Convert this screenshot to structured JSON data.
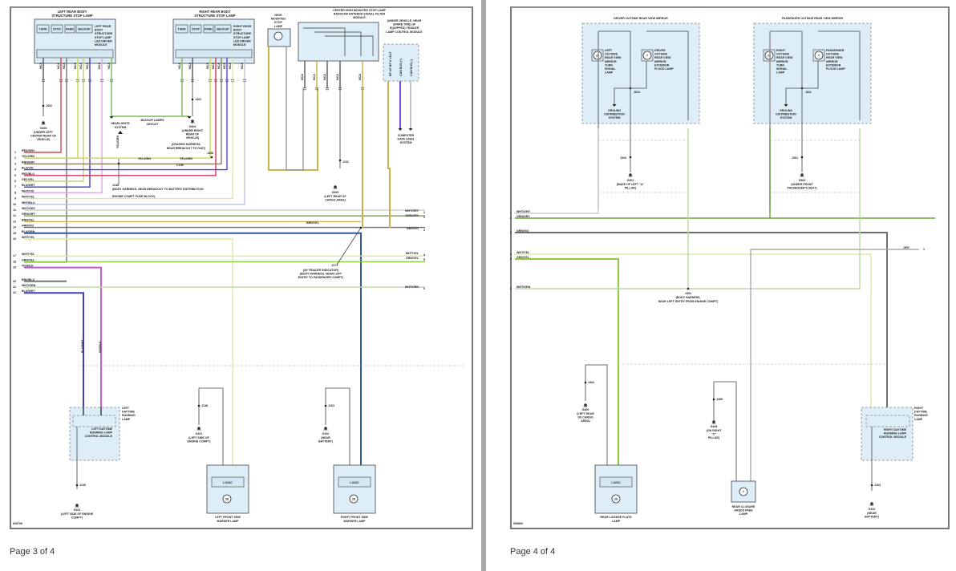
{
  "viewer": {
    "pages": [
      {
        "label": "Page 3 of 4",
        "code": "609799"
      },
      {
        "label": "Page 4 of 4",
        "code": "509800"
      }
    ]
  },
  "colors": {
    "RED/GRY": "#d9454b",
    "YEL/GRN": "#c8d94a",
    "BRN/GRY": "#8a7a5a",
    "BLU/VIO": "#5a3fd6",
    "RED/BLU": "#d6335a",
    "GRY/YEL": "#c9cf7a",
    "BLU/WHT": "#3d3fb8",
    "WHT/VIO": "#d7a9d8",
    "WHT/YEL": "#e2e6a8",
    "WHT/BLU": "#b9c2d9",
    "WHT/GRY": "#cfcfcf",
    "GRN/GRY": "#6fa33a",
    "BRN/YEL": "#c9b24a",
    "GRN/VIO": "#6e6e6e",
    "BLU/GRN": "#33559e",
    "GRN/YEL": "#8ccc3a",
    "VIO/BLK": "#c55ad1",
    "BRN/BLU": "#777777",
    "WHT/GRN": "#bcd9a3",
    "BLK": "#555555",
    "GRY": "#aaaaaa",
    "GRN/WHT": "#7cb85a",
    "BLU/RED": "#7a45d6",
    "VIO": "#7a45d6"
  },
  "page3": {
    "left_rear_lamp": {
      "title": "LEFT REAR BODY STRUCTURE STOP LAMP",
      "module": "LEFT REAR BODY STRUCTURE STOP LAMP LED DRIVER MODULE",
      "cells": [
        "TURN",
        "STOP",
        "PARK",
        "BACKUP"
      ],
      "ground": {
        "id": "G405",
        "desc": "(UNDER LEFT CENTER REAR OF VEHICLE)",
        "splice": "J402"
      }
    },
    "right_rear_lamp": {
      "title": "RIGHT REAR BODY STRUCTURE STOP LAMP",
      "module": "RIGHT REAR BODY STRUCTURE STOP LAMP LED DRIVER MODULE",
      "cells": [
        "TURN",
        "STOP",
        "PARK",
        "BACKUP"
      ],
      "ground": {
        "id": "G404",
        "desc": "(UNDER RIGHT REAR OF VEHICLE)",
        "splice": "J401"
      }
    },
    "high_mounted": {
      "title": "HIGH MOUNTED STOP LAMP"
    },
    "center_high": {
      "title": "CENTER HIGH MOUNTED STOP LAMP RADIO/AM ANTENNA SIGNAL FILTER MODULE"
    },
    "trailer_module": {
      "title": "(UNDER VEHICLE, NEAR SPARE TIRE) (IF EQUIPPED) TRAILER LAMP CONTROL MODULE",
      "pins": [
        "BP UP BP U VOLT",
        "CAN BUS (+)",
        "CAN BUS (-)"
      ],
      "dest": "COMPUTER DATA LINES SYSTEM"
    },
    "labels": {
      "headlights": "HEADLIGHTS SYSTEM",
      "backup_circuit": "BACKUP LAMPS CIRCUIT",
      "chassis_note": "(CHASSIS HARNESS, NEAR BREAKOUT TO G407)",
      "j438": "J438",
      "j148": "J148",
      "j148_desc": "(BODY HARNESS, NEAR BREAKOUT TO BATTERY DISTRIBUTION ENGINE COMPT FUSE BLOCK)",
      "j131": "J131",
      "g400": "G400",
      "g400_desc": "(LEFT REAR OF CARGO AREA)",
      "j173": "J173",
      "j173_desc": "(W/ TRAILER INDICATOR) (BODY HARNESS, NEAR LEFT ENTRY TO PASSENGER COMPT)",
      "c158": "C158",
      "yel_grn_a": "YEL/GRN",
      "yel_grn_b": "YEL/GRN",
      "brn_yel": "BRN/YEL"
    },
    "left_rows": [
      {
        "n": "1",
        "wire": "RED/GRY"
      },
      {
        "n": "2",
        "wire": "YEL/GRN"
      },
      {
        "n": "3",
        "wire": "BRN/GRY"
      },
      {
        "n": "4",
        "wire": "BLU/VIO"
      },
      {
        "n": "5",
        "wire": "RED/BLU"
      },
      {
        "n": "6",
        "wire": "GRY/YEL"
      },
      {
        "n": "7",
        "wire": "BLU/WHT"
      },
      {
        "n": "8",
        "wire": "WHT/VIO"
      },
      {
        "n": "9",
        "wire": "WHT/YEL"
      },
      {
        "n": "10",
        "wire": "WHT/BLU"
      },
      {
        "n": "11",
        "wire": "WHT/GRY"
      },
      {
        "n": "12",
        "wire": "GRN/GRY"
      },
      {
        "n": "13",
        "wire": "BRN/YEL"
      },
      {
        "n": "14",
        "wire": "GRN/VIO"
      },
      {
        "n": "15",
        "wire": "BLU/GRN"
      },
      {
        "n": "16",
        "wire": "WHT/YEL"
      },
      {
        "n": "17",
        "wire": "WHT/YEL"
      },
      {
        "n": "18",
        "wire": "GRN/YEL"
      },
      {
        "n": "19",
        "wire": "VIO/BLK"
      },
      {
        "n": "20",
        "wire": "BRN/BLU"
      },
      {
        "n": "21",
        "wire": "WHT/GRN"
      },
      {
        "n": "22",
        "wire": "BLU/WHT"
      }
    ],
    "right_rows": [
      {
        "n": "1",
        "wire": "WHT/GRY"
      },
      {
        "n": "2",
        "wire": "GRN/GRY"
      },
      {
        "n": "3",
        "wire": "GRN/VIO"
      },
      {
        "n": "4",
        "wire": "WHT/YEL"
      },
      {
        "n": "5",
        "wire": "GRN/YEL"
      },
      {
        "n": "6",
        "wire": "WHT/GRN"
      }
    ],
    "left_drl": {
      "title": "LEFT DAYTIME RUNNING LAMP",
      "module": "LEFT DAYTIME RUNNING LAMP CONTROL MODULE",
      "ground": "G101",
      "ground_desc": "(LEFT SIDE OF ENGINE COMPT)",
      "splice": "J139"
    },
    "left_marker": {
      "title": "LEFT FRONT SIDE MARKER LAMP",
      "logic": "LOGIC",
      "ground": "G101",
      "ground_desc": "(LEFT SIDE OF ENGINE COMPT)",
      "splice": "J138"
    },
    "right_marker": {
      "title": "RIGHT FRONT SIDE MARKER LAMP",
      "logic": "LOGIC",
      "ground": "G102",
      "ground_desc": "(NEAR BATTERY)",
      "splice": "J163"
    },
    "wire_tags": {
      "blu_wht": "BLU/WHT",
      "vio_blk": "VIO/BLK",
      "wht_yel": "WHT/YEL",
      "blu_grn": "BLU/GRN",
      "blk": "BLK"
    }
  },
  "page4": {
    "driver_mirror": {
      "title": "DRIVER OUTSIDE REAR VIEW MIRROR",
      "turn": "LEFT OUTSIDE REAR VIEW MIRROR TURN SIGNAL LAMP",
      "flood": "DRIVER OUTSIDE REAR VIEW MIRROR EXTERIOR FLOOD LAMP",
      "splice": "J813",
      "gnd_sys": "GROUND DISTRIBUTION SYSTEM",
      "ground": "G301",
      "ground_desc": "(BASE OF LEFT \"A\" PILLAR)",
      "j_lower": "J303"
    },
    "pass_mirror": {
      "title": "PASSENGER OUTSIDE REAR VIEW MIRROR",
      "turn": "RIGHT OUTSIDE REAR VIEW MIRROR TURN SIGNAL LAMP",
      "flood": "PASSENGER OUTSIDE REAR VIEW MIRROR EXTERIOR FLOOD LAMP",
      "splice": "J811",
      "gnd_sys": "GROUND DISTRIBUTION SYSTEM",
      "ground": "G300",
      "ground_desc": "(UNDER FRONT PASSENGER'S SEAT)",
      "j_lower": "J301"
    },
    "left_rows": [
      {
        "n": "1",
        "wire": "WHT/GRY"
      },
      {
        "n": "2",
        "wire": "GRN/GRY"
      },
      {
        "n": "3",
        "wire": "GRN/VIO"
      },
      {
        "n": "4",
        "wire": "WHT/YEL"
      },
      {
        "n": "5",
        "wire": "GRN/YEL"
      },
      {
        "n": "6",
        "wire": "WHT/GRN"
      }
    ],
    "right_rows": [
      {
        "n": "1",
        "wire": "GRY"
      }
    ],
    "j351": "J351",
    "j351_desc": "(BODY HARNESS, NEAR LEFT ENTRY FROM ENGINE COMPT)",
    "license_lamp": {
      "title": "REAR LICENSE PLATE LAMP",
      "logic": "LOGIC",
      "ground": "G400",
      "ground_desc": "(LEFT REAR OF CARGO AREA)",
      "splice": "J403"
    },
    "closure_lamp": {
      "title": "REAR CLOSURE HANDS FREE LAMP",
      "ground": "G408",
      "ground_desc": "(ON RIGHT \"C\" PILLAR)",
      "splice": "J455"
    },
    "right_drl": {
      "title": "RIGHT DAYTIME RUNNING LAMP",
      "module": "RIGHT DAYTIME RUNNING LAMP CONTROL MODULE",
      "ground": "G102",
      "ground_desc": "(NEAR BATTERY)",
      "splice": "J163"
    },
    "wire_tags": {
      "grn_yel": "GRN/YEL",
      "wht_yel": "WHT/YEL",
      "grn_vio": "GRN/VIO",
      "wht_grn": "WHT/GRN",
      "grn_gry": "GRN/GRY",
      "blk": "BLK",
      "gry": "GRY",
      "wht_gry": "WHT/GRY"
    }
  }
}
